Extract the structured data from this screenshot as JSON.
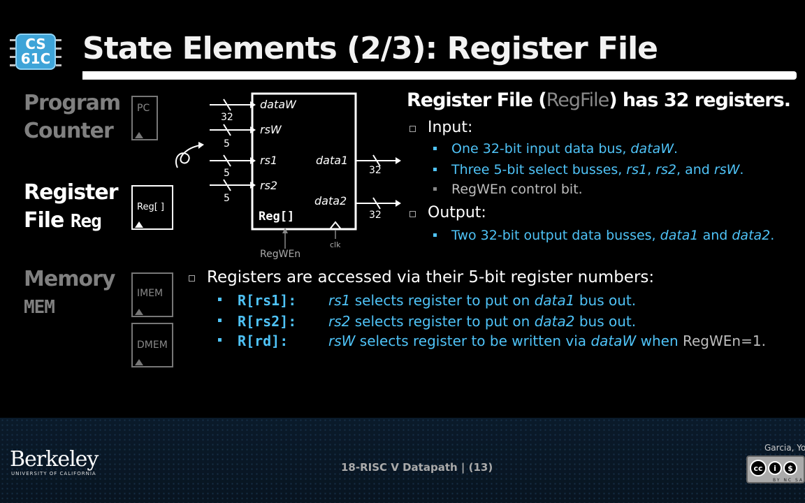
{
  "logo": {
    "line1": "CS",
    "line2": "61C"
  },
  "title": "State Elements (2/3): Register File",
  "sidebar": {
    "pc_line1": "Program",
    "pc_line2": "Counter",
    "pc_box": "PC",
    "reg_line1": "Register",
    "reg_line2_text": "File",
    "reg_line2_code": "Reg",
    "reg_box": "Reg[ ]",
    "mem_line1": "Memory",
    "mem_line2": "MEM",
    "imem_box": "IMEM",
    "dmem_box": "DMEM"
  },
  "diagram": {
    "in_dataw": "dataW",
    "in_rsw": "rsW",
    "in_rs1": "rs1",
    "in_rs2": "rs2",
    "out_data1": "data1",
    "out_data2": "data2",
    "block_label": "Reg[]",
    "w32a": "32",
    "w5a": "5",
    "w5b": "5",
    "w5c": "5",
    "w32b": "32",
    "w32c": "32",
    "regwen": "RegWEn",
    "clk": "clk"
  },
  "right": {
    "heading_a": "Register File (",
    "heading_dim": "RegFile",
    "heading_b": ") has 32 registers.",
    "input": "Input:",
    "input_item1_a": "One 32-bit input data bus, ",
    "input_item1_b": "dataW",
    "input_item1_c": ".",
    "input_item2_a": "Three 5-bit select busses, ",
    "input_item2_b": "rs1",
    "input_item2_c": ", ",
    "input_item2_d": "rs2",
    "input_item2_e": ", and ",
    "input_item2_f": "rsW",
    "input_item2_g": ".",
    "input_item3": "RegWEn control bit.",
    "output": "Output:",
    "output_item1_a": "Two 32-bit output data busses, ",
    "output_item1_b": "data1",
    "output_item1_c": " and ",
    "output_item1_d": "data2",
    "output_item1_e": "."
  },
  "bottom": {
    "intro": "Registers are accessed via their 5-bit register numbers:",
    "rows": [
      {
        "code": "R[rs1]:",
        "var": "rs1",
        "text": " selects register to put on ",
        "var2": "data1",
        "text2": " bus out.",
        "tail": ""
      },
      {
        "code": "R[rs2]:",
        "var": "rs2",
        "text": " selects register to put on ",
        "var2": "data2",
        "text2": " bus out.",
        "tail": ""
      },
      {
        "code": "R[rd]:",
        "var": "rsW",
        "text": " selects register to be written via ",
        "var2": "dataW",
        "text2": " when ",
        "tail": "RegWEn=1."
      }
    ]
  },
  "footer": {
    "brand": "Berkeley",
    "brand_sub": "UNIVERSITY OF CALIFORNIA",
    "center": "18-RISC V Datapath | (13)",
    "right": "Garcia, Yo",
    "cc_tags": "BY  NC  SA"
  }
}
